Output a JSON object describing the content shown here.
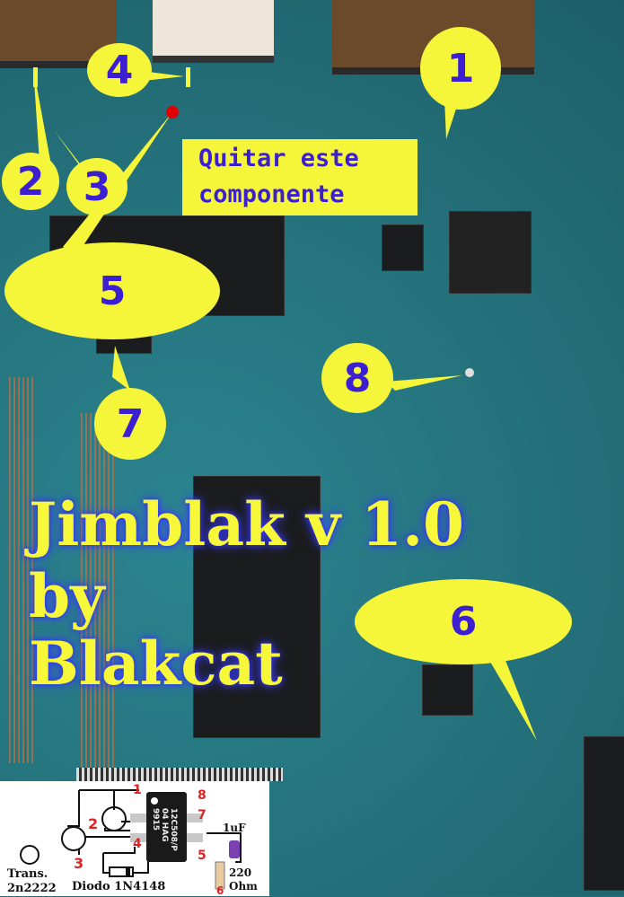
{
  "callouts": [
    "1",
    "2",
    "3",
    "4",
    "5",
    "6",
    "7",
    "8"
  ],
  "note": {
    "line1": "Quitar este",
    "line2": "componente"
  },
  "title": {
    "line1": "Jimblak v 1.0",
    "line2": "by",
    "line3": "Blakcat"
  },
  "schematic": {
    "chip_marking": [
      "12C508/P",
      "04 HAG",
      "9915"
    ],
    "pins": [
      "1",
      "2",
      "3",
      "4",
      "5",
      "6",
      "7",
      "8"
    ],
    "wire_labels": [
      "2",
      "3",
      "6"
    ],
    "capacitor": "1uF",
    "resistor": [
      "220",
      "Ohm"
    ],
    "diode": "Diodo 1N4148",
    "transistor": [
      "Trans.",
      "2n2222"
    ]
  },
  "colors": {
    "callout": "#f5f53a",
    "callout_text": "#3c1fd0",
    "pcb": "#23707a",
    "marker": "#e00000"
  }
}
